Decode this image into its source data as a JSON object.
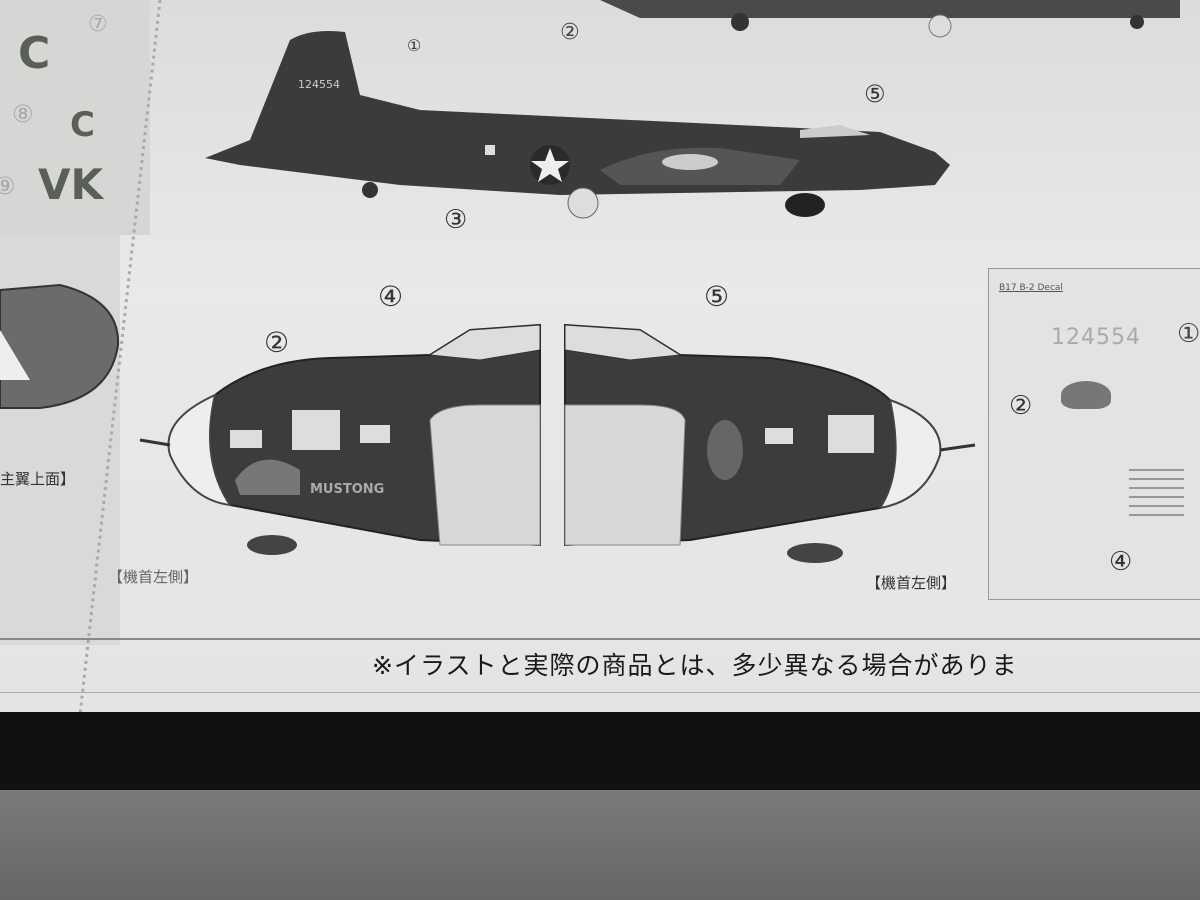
{
  "left_panel": {
    "letters": [
      "C",
      "C",
      "VK"
    ],
    "callouts": [
      "⑦",
      "⑧",
      "⑨"
    ],
    "wing_label": "主翼上面】"
  },
  "top_aircraft": {
    "serial": "124554",
    "callouts": [
      "①",
      "②",
      "③",
      "⑤"
    ]
  },
  "nose_views": {
    "left": {
      "callouts": [
        "②",
        "④"
      ],
      "label": "【機首左側】",
      "nose_art": "MUSTONG"
    },
    "right": {
      "callouts": [
        "⑤"
      ],
      "label": "【機首左側】"
    }
  },
  "decal_sheet": {
    "title": "B17 B-2 Decal",
    "serial": "124554",
    "callouts": [
      "①",
      "②",
      "④"
    ]
  },
  "caption": "※イラストと実際の商品とは、多少異なる場合がありま",
  "colors": {
    "paper": "#e6e6e4",
    "aircraft": "#3a3a3c",
    "strip": "#111111",
    "table": "#6a6a6a"
  }
}
